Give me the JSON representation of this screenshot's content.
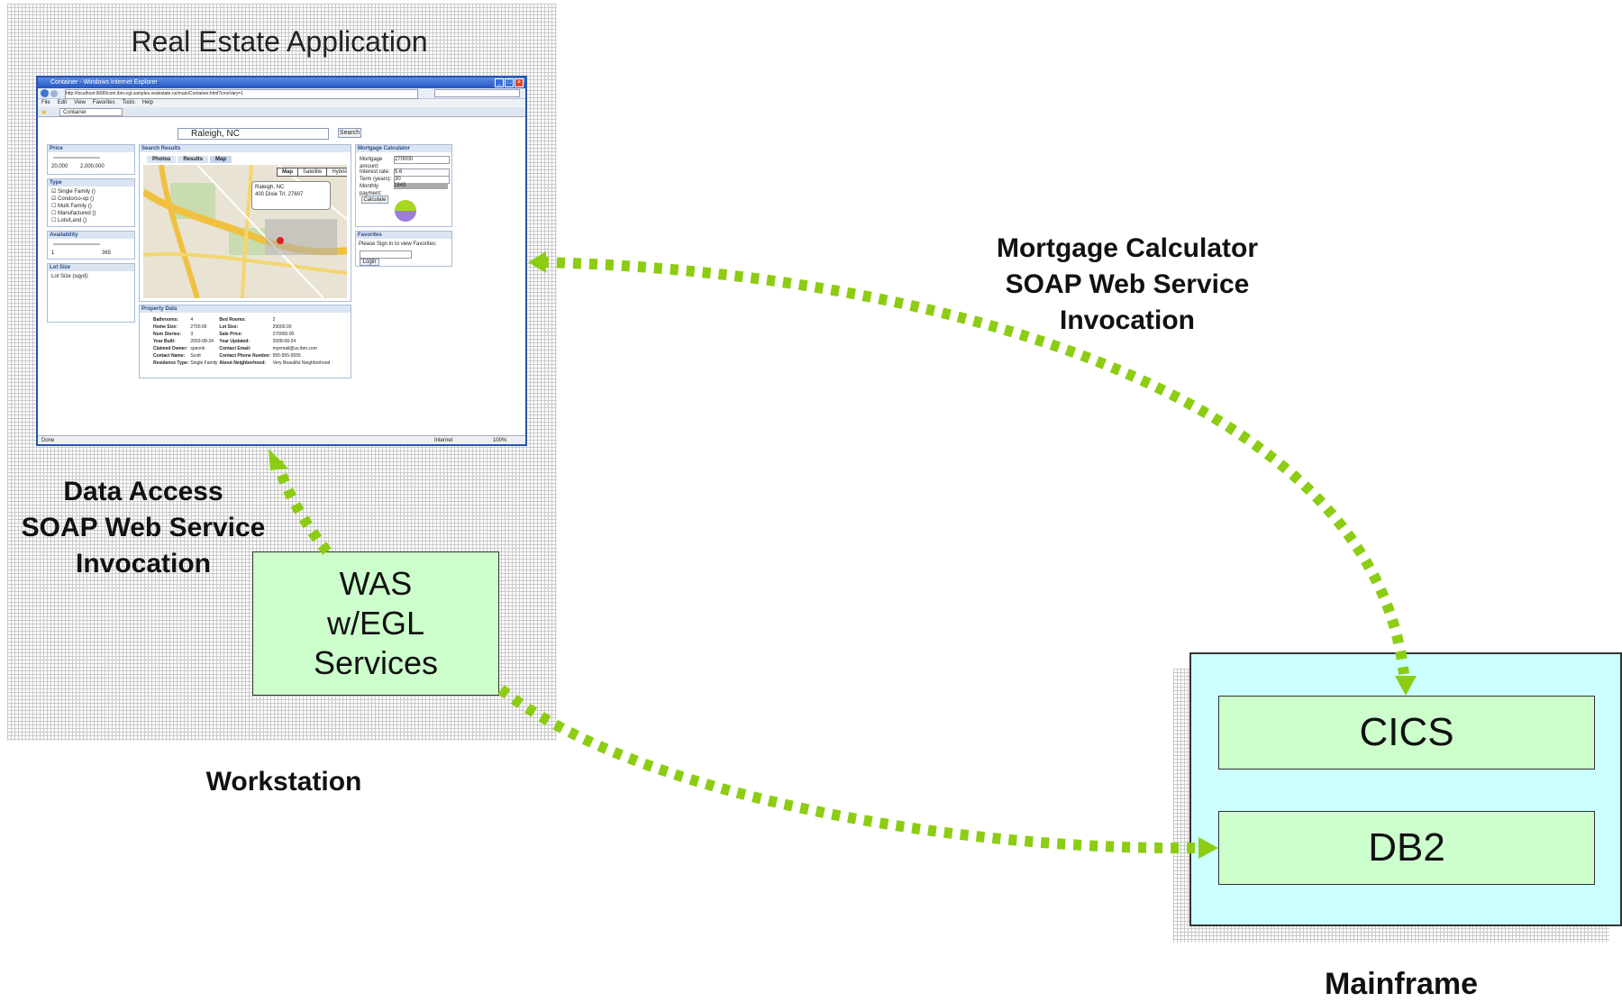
{
  "diagram": {
    "workstation_title": "Real Estate Application",
    "workstation_label": "Workstation",
    "data_access_label": [
      "Data Access",
      "SOAP Web Service",
      "Invocation"
    ],
    "mortgage_label": [
      "Mortgage Calculator",
      "SOAP Web Service",
      "Invocation"
    ],
    "was_box": [
      "WAS",
      "w/EGL",
      "Services"
    ],
    "cics_label": "CICS",
    "db2_label": "DB2",
    "mainframe_label": "Mainframe",
    "arrow_color": "#8ccd14",
    "green_fill": "#ccffcc",
    "cyan_fill": "#ccffff"
  },
  "browser": {
    "title": "Container - Windows Internet Explorer",
    "url": "http://localhost:9080/com.ibm.egl.samples.realestate.rui/main/Container.html?cmeVary=1",
    "menu": [
      "File",
      "Edit",
      "View",
      "Favorites",
      "Tools",
      "Help"
    ],
    "tab_label": "Container",
    "search_value": "Raleigh, NC",
    "search_button": "Search",
    "status_left": "Done",
    "status_zone": "Internet",
    "status_zoom": "100%",
    "price_panel": {
      "title": "Price",
      "min": "20,000",
      "max": "2,000,000"
    },
    "type_panel": {
      "title": "Type",
      "items": [
        "Single Family ()",
        "Condo/co-op ()",
        "Multi Family ()",
        "Manufactured ()",
        "Lots/Land ()"
      ]
    },
    "availability_panel": {
      "title": "Availability",
      "min": "1",
      "max": "365"
    },
    "lot_panel": {
      "title": "Lot Size",
      "text": "Lot Size (sqyd):"
    },
    "results_panel": {
      "title": "Search Results",
      "tabs": [
        "Photos",
        "Results",
        "Map"
      ],
      "map_buttons": [
        "Map",
        "Satellite",
        "Hybrid"
      ],
      "bubble_line1": "Raleigh, NC",
      "bubble_line2": "400 Dixie Trl, 27607"
    },
    "mortgage_panel": {
      "title": "Mortgage Calculator",
      "amount_label": "Mortgage amount:",
      "amount": "270000",
      "rate_label": "Interest rate:",
      "rate": "5.6",
      "term_label": "Term (years):",
      "term": "30",
      "payment_label": "Monthly payment:",
      "payment": "1649",
      "calc_button": "Calculate"
    },
    "favorites_panel": {
      "title": "Favorites",
      "text": "Please Sign in to view Favorites:",
      "login": "Login"
    },
    "property_panel": {
      "title": "Property Data",
      "rows": [
        [
          "Bathrooms:",
          "4",
          "Bed Rooms:",
          "2"
        ],
        [
          "Home Size:",
          "2700.00",
          "Lot Size:",
          "29000.00"
        ],
        [
          "Num Stories:",
          "3",
          "Sale Price:",
          "270000.00"
        ],
        [
          "Year Built:",
          "2003-08-24",
          "Year Updated:",
          "2008-08-24"
        ],
        [
          "Claimed Owner:",
          "speonk",
          "Contact Email:",
          "myemail@us.ibm.com"
        ],
        [
          "Contact Name:",
          "Scott",
          "Contact Phone Number:",
          "555-555-5555"
        ],
        [
          "Residence Type:",
          "Single Family",
          "About Neighborhood:",
          "Very Beautiful Neighborhood"
        ]
      ]
    }
  }
}
